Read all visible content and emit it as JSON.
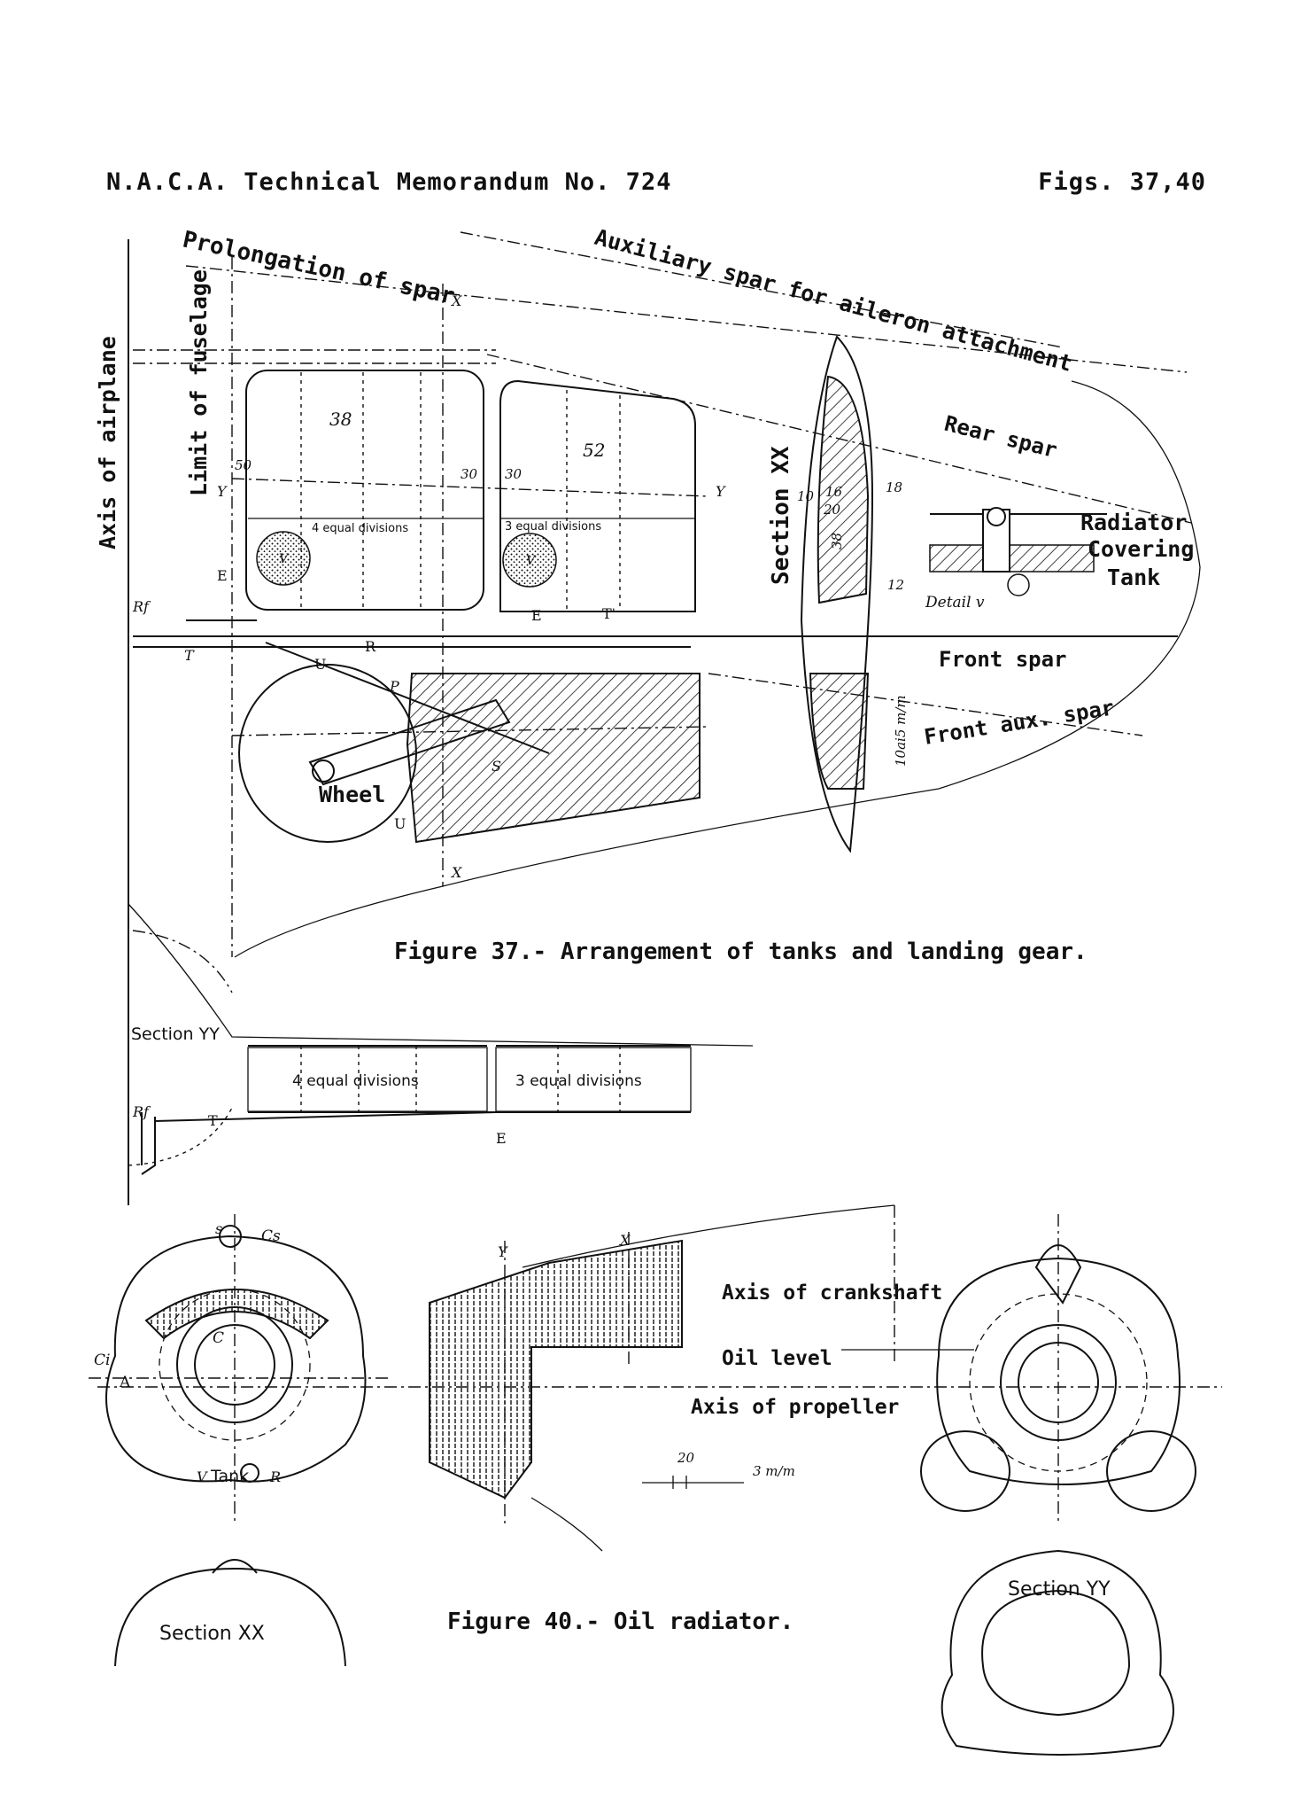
{
  "header": {
    "left": "N.A.C.A. Technical Memorandum No. 724",
    "right": "Figs. 37,40"
  },
  "figure37": {
    "caption": "Figure 37.- Arrangement of tanks and landing gear.",
    "labels": {
      "axis_of_airplane": "Axis of airplane",
      "limit_of_fuselage": "Limit of fuselage",
      "prolongation_of_spar": "Prolongation of spar",
      "auxiliary_spar": "Auxiliary spar for aileron attachment",
      "rear_spar": "Rear spar",
      "front_spar": "Front spar",
      "front_aux_spar": "Front aux. spar",
      "section_xx": "Section XX",
      "wheel": "Wheel",
      "radiator": "Radiator",
      "covering": "Covering",
      "tank": "Tank",
      "detail_v": "Detail v",
      "tank1_capacity": "38",
      "tank2_capacity": "52",
      "four_div": "4 equal divisions",
      "three_div": "3 equal divisions",
      "section_yy": "Section YY",
      "four_div_yy": "4 equal divisions",
      "three_div_yy": "3 equal divisions",
      "dim_50": "50",
      "dim_30a": "30",
      "dim_30b": "30",
      "dim_10": "10",
      "dim_16": "16",
      "dim_20": "20",
      "dim_18": "18",
      "dim_12": "12",
      "dim_38_small": "38",
      "dim_10ai5": "10ai5 m/m",
      "letter_x_top": "X",
      "letter_x_bottom": "X",
      "letter_y_left": "Y",
      "letter_y_right": "Y",
      "letter_e": "E",
      "letter_e2": "E",
      "letter_e3": "E",
      "letter_t": "T",
      "letter_t2": "T",
      "letter_tprime": "T'",
      "letter_rf": "Rf",
      "letter_rf2": "Rf",
      "letter_r": "R",
      "letter_u": "U",
      "letter_u2": "U",
      "letter_p": "P",
      "letter_s": "S",
      "letter_v1": "V",
      "letter_v2": "V"
    }
  },
  "figure40": {
    "caption": "Figure 40.- Oil radiator.",
    "labels": {
      "axis_of_crankshaft": "Axis of crankshaft",
      "oil_level": "Oil level",
      "axis_of_propeller": "Axis of propeller",
      "tank": "Tank",
      "section_xx": "Section XX",
      "section_yy": "Section YY",
      "cs": "Cs",
      "ci": "Ci",
      "c": "C",
      "a": "A",
      "s": "s",
      "v": "V",
      "r": "R",
      "x": "X",
      "y": "Y",
      "dim_20": "20",
      "dim_3mm": "3 m/m"
    }
  }
}
